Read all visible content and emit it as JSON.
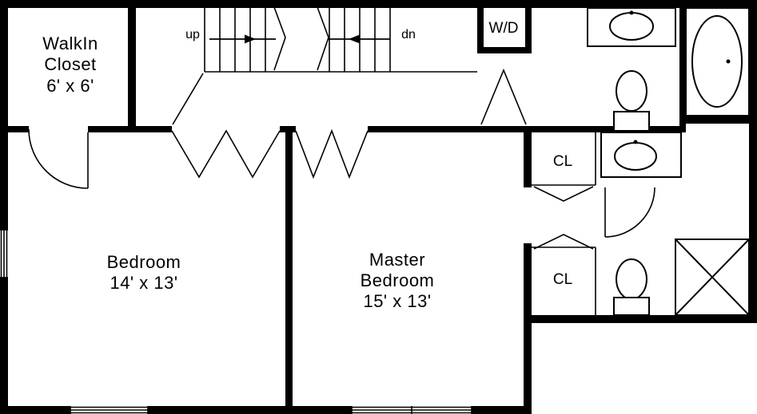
{
  "colors": {
    "wall": "#000000",
    "background": "#ffffff",
    "line": "#000000"
  },
  "rooms": {
    "walkin_closet": {
      "line1": "WalkIn",
      "line2": "Closet",
      "dims": "6' x 6'"
    },
    "bedroom": {
      "line1": "Bedroom",
      "dims": "14' x 13'"
    },
    "master_bedroom": {
      "line1": "Master",
      "line2": "Bedroom",
      "dims": "15' x 13'"
    },
    "laundry": {
      "label": "W/D"
    },
    "closet_upper": {
      "label": "CL"
    },
    "closet_lower": {
      "label": "CL"
    }
  },
  "stairs": {
    "up_label": "up",
    "down_label": "dn"
  },
  "fixtures": {
    "bathroom_top": [
      "vanity-sink",
      "toilet",
      "bathtub"
    ],
    "bathroom_bottom": [
      "vanity-sink",
      "toilet",
      "shower"
    ],
    "windows": [
      "bedroom-left-window",
      "bedroom-bottom-window",
      "master-bottom-window"
    ],
    "doors": [
      "walkin-closet-door",
      "bedroom-bifold-doors",
      "master-bifold-doors",
      "bathroom-door",
      "closet-upper-door",
      "closet-lower-door",
      "bathroom-swing-door"
    ]
  }
}
